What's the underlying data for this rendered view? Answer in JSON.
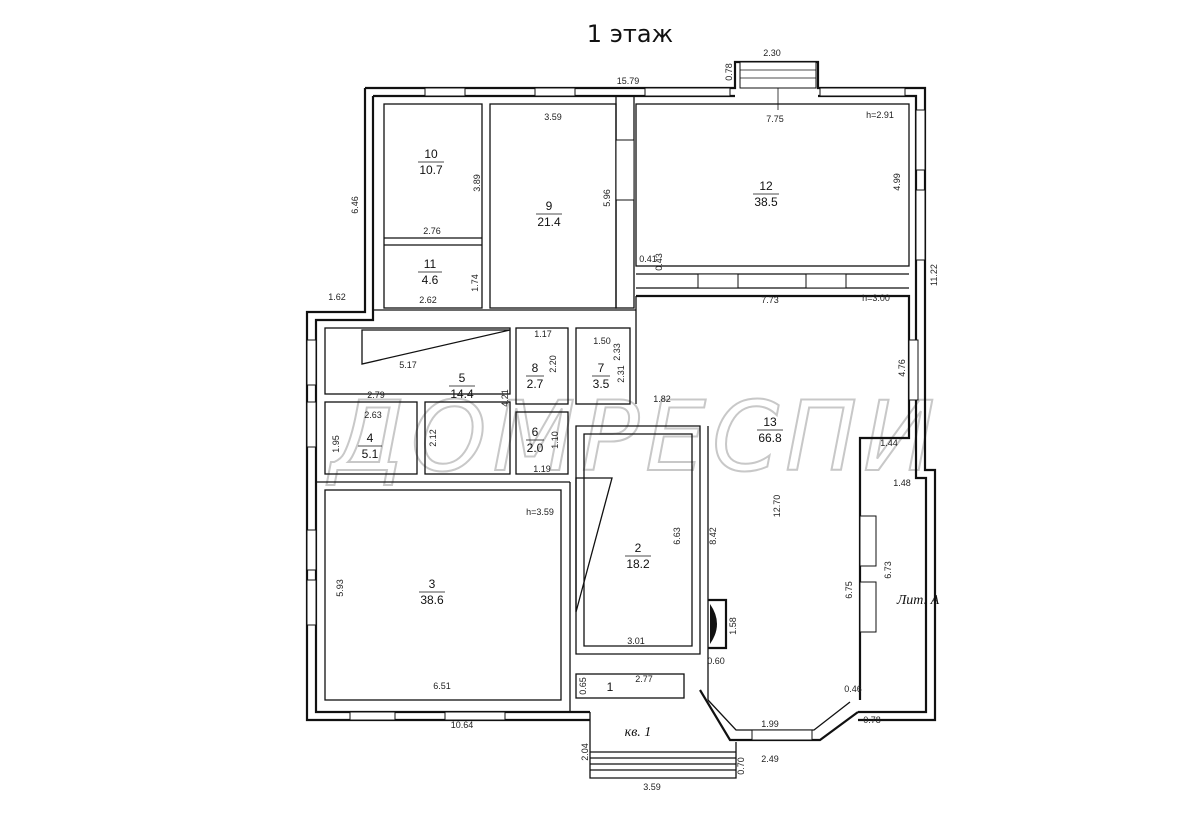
{
  "header": {
    "title": "1 этаж"
  },
  "rooms": [
    {
      "num": "10",
      "area": "10.7"
    },
    {
      "num": "9",
      "area": "21.4"
    },
    {
      "num": "12",
      "area": "38.5"
    },
    {
      "num": "11",
      "area": "4.6"
    },
    {
      "num": "5",
      "area": "14.4"
    },
    {
      "num": "8",
      "area": "2.7"
    },
    {
      "num": "7",
      "area": "3.5"
    },
    {
      "num": "13",
      "area": "66.8"
    },
    {
      "num": "4",
      "area": "5.1"
    },
    {
      "num": "6",
      "area": "2.0"
    },
    {
      "num": "2",
      "area": "18.2"
    },
    {
      "num": "3",
      "area": "38.6"
    },
    {
      "num": "1",
      "area": ""
    }
  ],
  "dimensions": {
    "top_total": "15.79",
    "bay_width": "2.30",
    "bay_depth": "0.78",
    "r9_width": "3.59",
    "r12_width": "7.75",
    "r12_height": "h=2.91",
    "left_upper": "6.46",
    "r10_height": "3.89",
    "r9_depth": "5.96",
    "r12_depth": "4.99",
    "r11_width": "2.76",
    "r11_bottom": "2.62",
    "r11_height": "1.74",
    "small_041": "0.41",
    "small_043": "0.43",
    "right_total": "11.22",
    "r13_top": "7.73",
    "r13_height": "h=3.00",
    "left_step": "1.62",
    "r8_width": "1.17",
    "r7_width": "1.50",
    "r7_depth_a": "2.33",
    "r8_depth": "2.20",
    "r7_depth_b": "2.31",
    "r5_width": "5.17",
    "r13_side": "4.76",
    "r4_width": "2.79",
    "r4_inner": "2.63",
    "r5_depth": "4.21",
    "r6_step": "1.82",
    "r4_height": "1.95",
    "r4_depth": "2.12",
    "r6_depth": "1.10",
    "r6_width": "1.19",
    "r13_step": "1.44",
    "r13_step_out": "1.48",
    "r3_height": "h=3.59",
    "r13_length": "12.70",
    "r2_depth": "6.63",
    "r2_length": "8.42",
    "r3_depth": "5.93",
    "bay_side": "6.73",
    "r13_bay": "6.75",
    "fireplace": "1.58",
    "fireplace_w": "0.60",
    "r2_width": "3.01",
    "r1_width": "2.77",
    "r1_depth": "0.65",
    "r3_width": "6.51",
    "bay_chamfer": "0.46",
    "bay_front": "1.99",
    "bay_outer": "0.78",
    "bottom_total": "10.64",
    "porch_depth": "2.04",
    "porch_step": "0.70",
    "porch_bay": "2.49",
    "porch_width": "3.59"
  },
  "labels": {
    "lit": "Лит. А",
    "apartment": "кв. 1"
  },
  "watermark": "ДОМРЕСПИ"
}
